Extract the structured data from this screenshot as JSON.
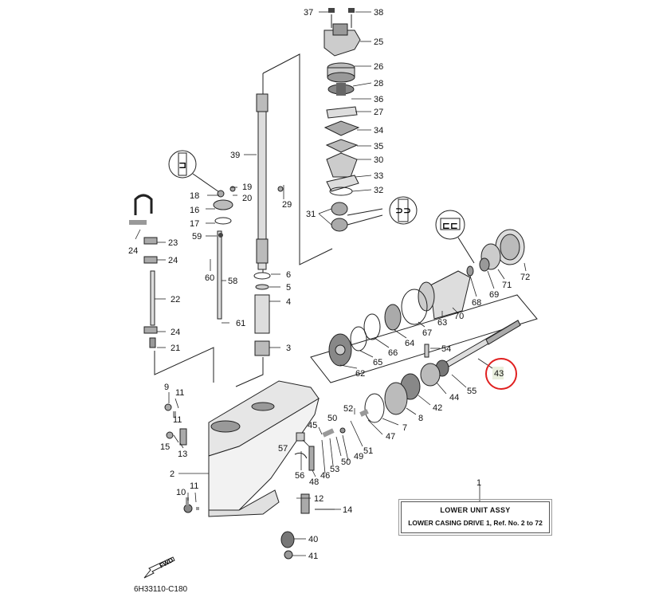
{
  "diagram": {
    "title_number": "1",
    "title_line1": "LOWER UNIT ASSY",
    "title_line2": "LOWER CASING DRIVE 1,  Ref. No. 2 to 72",
    "drawing_code": "6H33110-C180",
    "fwd_label": "FWD",
    "highlight_color": "#e02020",
    "labels": {
      "l37": "37",
      "l38": "38",
      "l25": "25",
      "l26": "26",
      "l28": "28",
      "l36": "36",
      "l27": "27",
      "l34": "34",
      "l35": "35",
      "l30": "30",
      "l33": "33",
      "l32": "32",
      "l31": "31",
      "l39": "39",
      "l29": "29",
      "l18": "18",
      "l19": "19",
      "l20": "20",
      "l16": "16",
      "l17": "17",
      "l59": "59",
      "l23": "23",
      "l24a": "24",
      "l24b": "24",
      "l24c": "24",
      "l22": "22",
      "l21": "21",
      "l60": "60",
      "l58": "58",
      "l61": "61",
      "l6": "6",
      "l5": "5",
      "l4": "4",
      "l3": "3",
      "l72": "72",
      "l71": "71",
      "l69": "69",
      "l68": "68",
      "l70": "70",
      "l63": "63",
      "l67": "67",
      "l64": "64",
      "l66": "66",
      "l65": "65",
      "l62": "62",
      "l54": "54",
      "l43": "43",
      "l55": "55",
      "l44": "44",
      "l42": "42",
      "l8": "8",
      "l7": "7",
      "l52": "52",
      "l47": "47",
      "l51": "51",
      "l45": "45",
      "l50a": "50",
      "l50b": "50",
      "l49": "49",
      "l53": "53",
      "l46": "46",
      "l48": "48",
      "l56": "56",
      "l57": "57",
      "l9": "9",
      "l11a": "11",
      "l11b": "11",
      "l15": "15",
      "l13": "13",
      "l2": "2",
      "l10": "10",
      "l12": "12",
      "l14": "14",
      "l40": "40",
      "l41": "41"
    }
  }
}
